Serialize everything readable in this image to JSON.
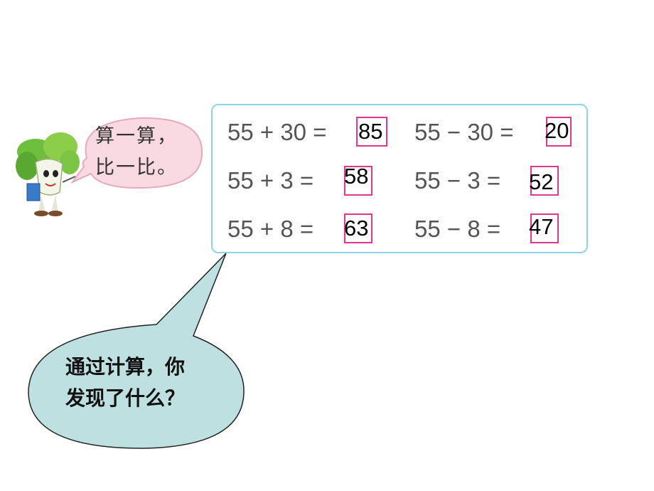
{
  "speech": {
    "line1": "算一算，",
    "line2": "比一比。"
  },
  "equations": [
    {
      "expr": "55 + 30 =",
      "answer": "85"
    },
    {
      "expr": "55 − 30 =",
      "answer": "20"
    },
    {
      "expr": "55 + 3 =",
      "answer": "58"
    },
    {
      "expr": "55 − 3 =",
      "answer": "52"
    },
    {
      "expr": "55 + 8 =",
      "answer": "63"
    },
    {
      "expr": "55 − 8 =",
      "answer": "47"
    }
  ],
  "callout": {
    "line1": "通过计算，你",
    "line2": "发现了什么？"
  },
  "colors": {
    "frame_border": "#8fd3ea",
    "answer_box_border": "#e0388c",
    "speech_fill": "#f9d9e2",
    "callout_fill": "#bfe0e0"
  }
}
